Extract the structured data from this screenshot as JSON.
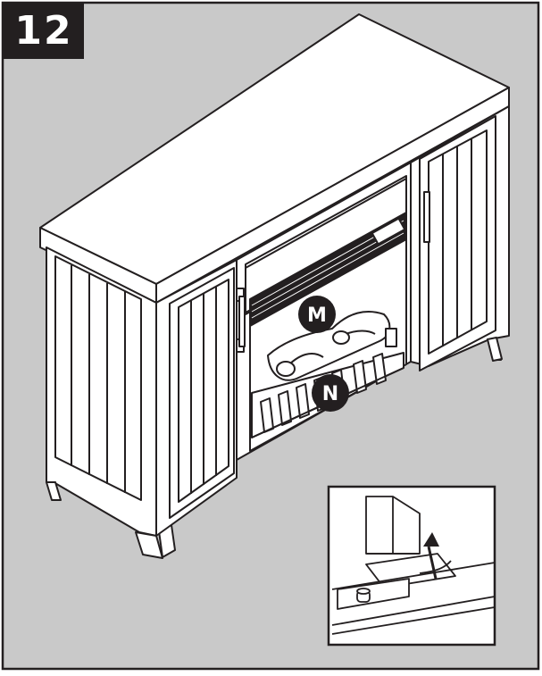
{
  "step": {
    "number": "12"
  },
  "callouts": {
    "m": "M",
    "n": "N"
  },
  "colors": {
    "background": "#c9c9c9",
    "ink": "#231f20",
    "paper": "#ffffff"
  }
}
